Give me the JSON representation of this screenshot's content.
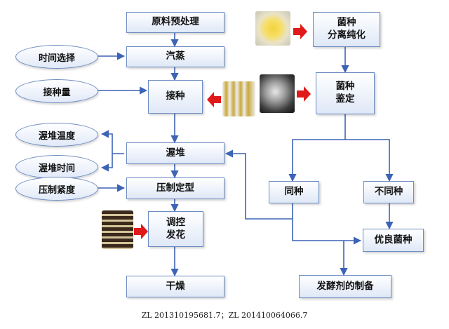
{
  "left_flow": {
    "raw_pretreatment": "原料预处理",
    "steaming": "汽蒸",
    "inoculation": "接种",
    "piling": "渥堆",
    "press_shaping": "压制定型",
    "blooming": "调控\n发花",
    "drying": "干燥"
  },
  "parameters": {
    "time_selection": "时间选择",
    "inoculum_amount": "接种量",
    "piling_temperature": "渥堆温度",
    "piling_time": "渥堆时间",
    "press_tightness": "压制紧度"
  },
  "right_flow": {
    "strain_isolation": "菌种\n分离纯化",
    "strain_identification": "菌种\n鉴定",
    "same_species": "同种",
    "different_species": "不同种",
    "superior_strain": "优良菌种",
    "fermenter_prep": "发酵剂的制备"
  },
  "colors": {
    "line": "#3d63b5",
    "red_arrow": "#e01a1a",
    "box_border": "#6d8cc2"
  },
  "caption": "ZL 201310195681.7；ZL  201410064066.7"
}
